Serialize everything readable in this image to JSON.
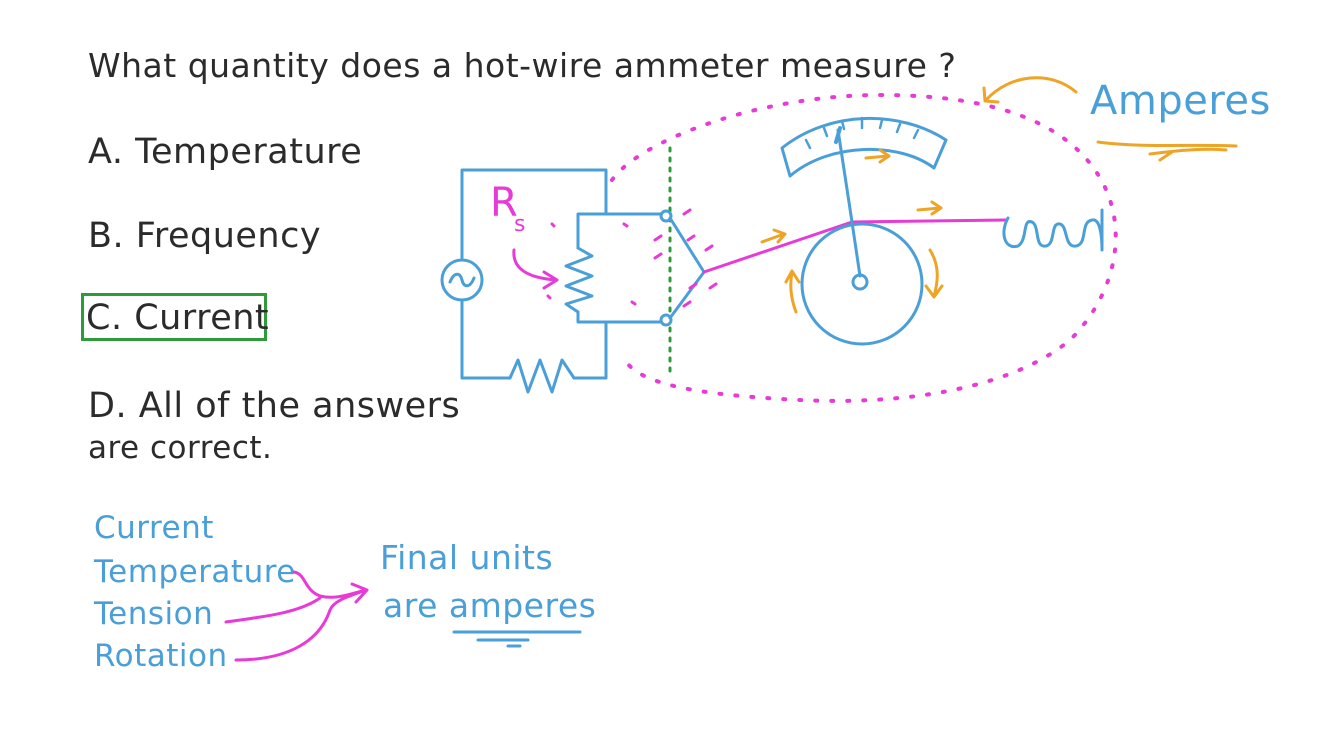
{
  "question": "What quantity does a hot-wire ammeter measure ?",
  "options": {
    "a": "A. Temperature",
    "b": "B. Frequency",
    "c": "C. Current",
    "d_line1": "D. All of the answers",
    "d_line2": "are correct."
  },
  "selected_option": "C",
  "notes": [
    "Current",
    "Temperature",
    "Tension",
    "Rotation"
  ],
  "conclusion": {
    "line1": "Final units",
    "line2_prefix": "are ",
    "line2_emph": "amperes"
  },
  "diagram": {
    "resistor_label": "R",
    "resistor_subscript": "s",
    "unit_label": "Amperes",
    "ac_source_symbol": "~"
  },
  "colors": {
    "text": "#2b2b2b",
    "blue": "#4a9fd8",
    "pink": "#e83ad6",
    "orange": "#eea426",
    "green": "#2e9a3a"
  }
}
